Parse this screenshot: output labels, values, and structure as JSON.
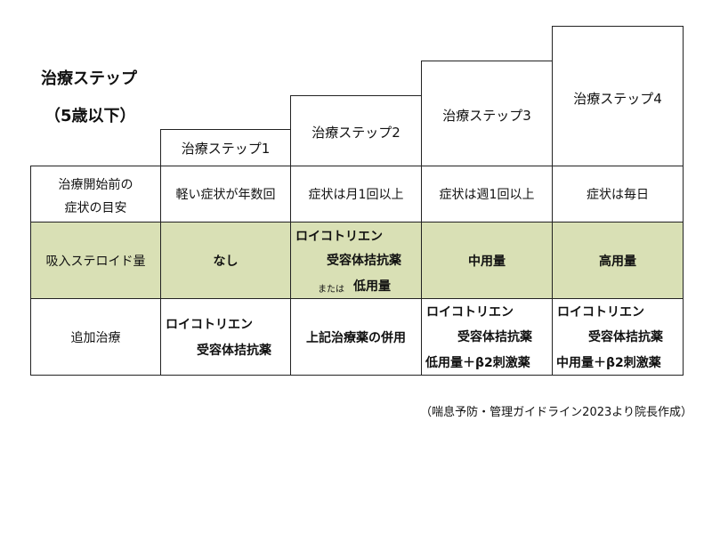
{
  "page_title": "治療ステップ",
  "page_subtitle": "（5歳以下）",
  "steps": [
    {
      "label": "治療ステップ1"
    },
    {
      "label": "治療ステップ2"
    },
    {
      "label": "治療ステップ3"
    },
    {
      "label": "治療ステップ4"
    }
  ],
  "rows": {
    "symptoms": {
      "label_line1": "治療開始前の",
      "label_line2": "症状の目安",
      "cells": [
        "軽い症状が年数回",
        "症状は月1回以上",
        "症状は週1回以上",
        "症状は毎日"
      ]
    },
    "steroid": {
      "label": "吸入ステロイド量",
      "step1": "なし",
      "step2_line1": "ロイコトリエン",
      "step2_line2": "受容体拮抗薬",
      "step2_or": "または",
      "step2_line3": "低用量",
      "step3": "中用量",
      "step4": "高用量"
    },
    "additional": {
      "label": "追加治療",
      "step1_line1": "ロイコトリエン",
      "step1_line2": "受容体拮抗薬",
      "step2": "上記治療薬の併用",
      "step3_line1": "ロイコトリエン",
      "step3_line2": "受容体拮抗薬",
      "step3_line3": "低用量＋β2刺激薬",
      "step4_line1": "ロイコトリエン",
      "step4_line2": "受容体拮抗薬",
      "step4_line3": "中用量＋β2刺激薬"
    }
  },
  "source_note": "（喘息予防・管理ガイドライン2023より院長作成）"
}
